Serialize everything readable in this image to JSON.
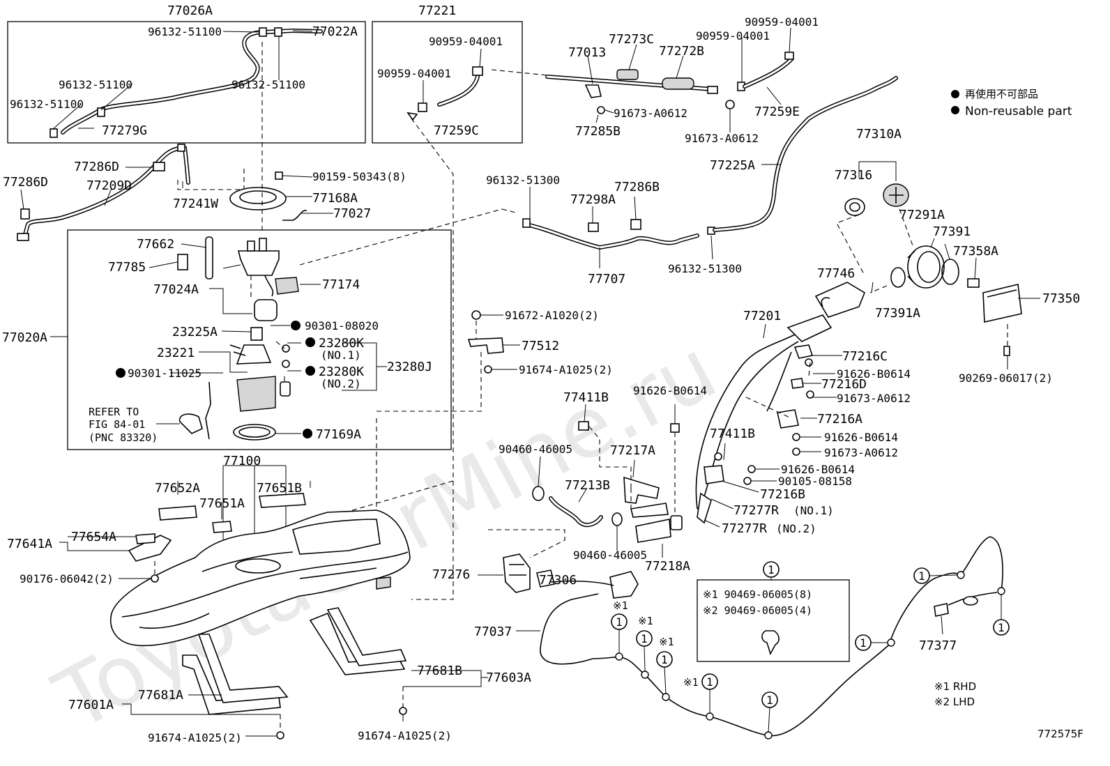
{
  "diagram": {
    "watermark": "ToyotaCarMine.ru",
    "figure_id": "772575F",
    "legend": {
      "jp": "再使用不可部品",
      "en": "Non-reusable part"
    },
    "notes": {
      "rhd": "※1 RHD",
      "lhd": "※2 LHD"
    },
    "clip_box": {
      "line1": "※1 90469-06005(8)",
      "line2": "※2 90469-06005(4)",
      "ref": "1"
    },
    "refer": {
      "line1": "REFER TO",
      "line2": "FIG 84-01",
      "line3": "(PNC 83320)"
    },
    "labels": {
      "p77026A": "77026A",
      "p96132_51100_a": "96132-51100",
      "p77022A": "77022A",
      "p96132_51100_b": "96132-51100",
      "p96132_51100_c": "96132-51100",
      "p96132_51100_d": "96132-51100",
      "p77279G": "77279G",
      "p77221": "77221",
      "p90959_04001_a": "90959-04001",
      "p90959_04001_b": "90959-04001",
      "p77259C": "77259C",
      "p77013": "77013",
      "p77273C": "77273C",
      "p77272B": "77272B",
      "p90959_04001_c": "90959-04001",
      "p90959_04001_d": "90959-04001",
      "p77285B": "77285B",
      "p91673_A0612_a": "91673-A0612",
      "p91673_A0612_b": "91673-A0612",
      "p77259E": "77259E",
      "p77286D_a": "77286D",
      "p77286D_b": "77286D",
      "p77209D": "77209D",
      "p77241W": "77241W",
      "p90159_50343": "90159-50343(8)",
      "p77168A": "77168A",
      "p77027": "77027",
      "p96132_51300_a": "96132-51300",
      "p77298A": "77298A",
      "p77286B": "77286B",
      "p77707": "77707",
      "p96132_51300_b": "96132-51300",
      "p77225A": "77225A",
      "p77310A": "77310A",
      "p77316": "77316",
      "p77291A": "77291A",
      "p77391": "77391",
      "p77358A": "77358A",
      "p77746": "77746",
      "p77391A": "77391A",
      "p77350": "77350",
      "p90269_06017": "90269-06017(2)",
      "p77662": "77662",
      "p77785": "77785",
      "p77024A": "77024A",
      "p77174": "77174",
      "p77020A": "77020A",
      "p23225A": "23225A",
      "p90301_08020": "90301-08020",
      "p23221": "23221",
      "p23280K_1": "23280K",
      "p23280K_1n": "(NO.1)",
      "p23280J": "23280J",
      "p90301_11025": "90301-11025",
      "p23280K_2": "23280K",
      "p23280K_2n": "(NO.2)",
      "p77169A": "77169A",
      "p77100": "77100",
      "p91672_A1020": "91672-A1020(2)",
      "p77512": "77512",
      "p91674_A1025_a": "91674-A1025(2)",
      "p77201": "77201",
      "p77216C": "77216C",
      "p91626_B0614_a": "91626-B0614",
      "p77216D": "77216D",
      "p91673_A0612_c": "91673-A0612",
      "p77411B_a": "77411B",
      "p91626_B0614_b": "91626-B0614",
      "p77216A": "77216A",
      "p91626_B0614_c": "91626-B0614",
      "p91673_A0612_d": "91673-A0612",
      "p77411B_b": "77411B",
      "p90460_46005_a": "90460-46005",
      "p77217A": "77217A",
      "p91626_B0614_d": "91626-B0614",
      "p90105_08158": "90105-08158",
      "p77216B": "77216B",
      "p77213B": "77213B",
      "p77277R_1": "77277R",
      "p77277R_1n": "(NO.1)",
      "p77277R_2": "77277R",
      "p77277R_2n": "(NO.2)",
      "p77652A": "77652A",
      "p77651A": "77651A",
      "p77651B": "77651B",
      "p77641A": "77641A",
      "p77654A": "77654A",
      "p90176_06042": "90176-06042(2)",
      "p90460_46005_b": "90460-46005",
      "p77218A": "77218A",
      "p77276": "77276",
      "p77306": "77306",
      "p77037": "77037",
      "p77377": "77377",
      "p77681B": "77681B",
      "p77603A": "77603A",
      "p77601A": "77601A",
      "p77681A": "77681A",
      "p91674_A1025_b": "91674-A1025(2)",
      "p91674_A1025_c": "91674-A1025(2)"
    },
    "callouts": {
      "one": "1",
      "mark1": "※1"
    }
  }
}
